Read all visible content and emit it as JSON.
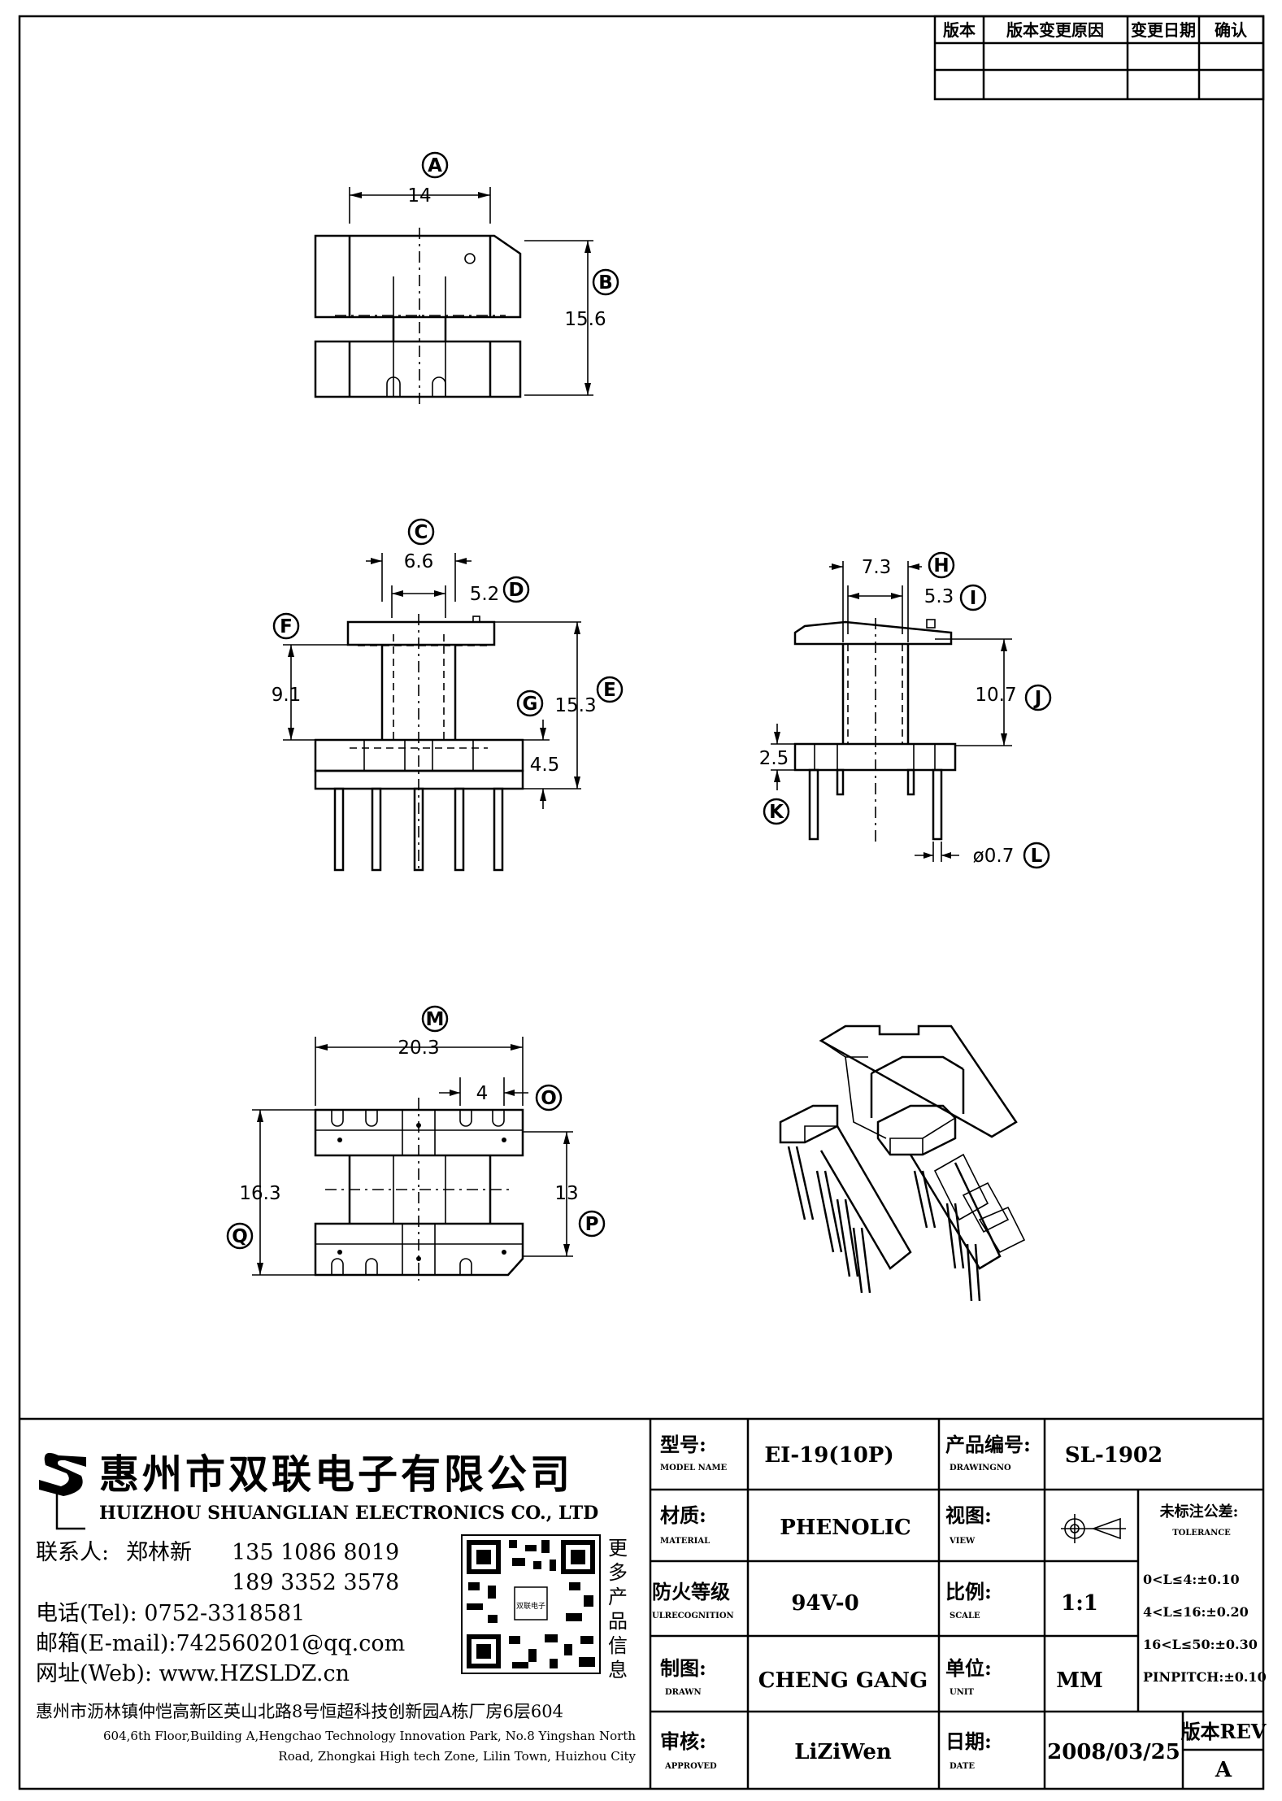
{
  "revision_table": {
    "headers": [
      "版本",
      "版本变更原因",
      "变更日期",
      "确认"
    ],
    "rows": [
      [
        "",
        "",
        "",
        ""
      ],
      [
        "",
        "",
        "",
        ""
      ]
    ]
  },
  "dimensions": {
    "A": {
      "letter": "A",
      "value": "14"
    },
    "B": {
      "letter": "B",
      "value": "15.6"
    },
    "C": {
      "letter": "C",
      "value": "6.6"
    },
    "D": {
      "letter": "D",
      "value": "5.2"
    },
    "E": {
      "letter": "E",
      "value": "15.3"
    },
    "F": {
      "letter": "F",
      "value": "9.1"
    },
    "G": {
      "letter": "G",
      "value": "4.5"
    },
    "H": {
      "letter": "H",
      "value": "7.3"
    },
    "I": {
      "letter": "I",
      "value": "5.3"
    },
    "J": {
      "letter": "J",
      "value": "10.7"
    },
    "K": {
      "letter": "K",
      "value": "2.5"
    },
    "L": {
      "letter": "L",
      "value": "ø0.7"
    },
    "M": {
      "letter": "M",
      "value": "20.3"
    },
    "O": {
      "letter": "O",
      "value": "4"
    },
    "P": {
      "letter": "P",
      "value": "13"
    },
    "Q": {
      "letter": "Q",
      "value": "16.3"
    }
  },
  "company": {
    "name_cn": "惠州市双联电子有限公司",
    "name_en": "HUIZHOU SHUANGLIAN ELECTRONICS CO., LTD",
    "contact_label": "联系人:",
    "contact_name": "郑林新",
    "phone1": "135 1086 8019",
    "phone2": "189 3352 3578",
    "tel": "电话(Tel): 0752-3318581",
    "email": "邮箱(E-mail):742560201@qq.com",
    "web": "网址(Web): www.HZSLDZ.cn",
    "address_cn": "惠州市沥林镇仲恺高新区英山北路8号恒超科技创新园A栋厂房6层604",
    "address_en_1": "604,6th Floor,Building A,Hengchao Technology Innovation Park, No.8 Yingshan North",
    "address_en_2": "Road, Zhongkai High tech Zone, Lilin Town, Huizhou City",
    "qr_caption": [
      "更",
      "多",
      "产",
      "品",
      "信",
      "息"
    ],
    "qr_center": "双联电子"
  },
  "title_block": {
    "model_label": "型号:",
    "model_label_en": "MODEL NAME",
    "model_value": "EI-19(10P)",
    "drawing_label": "产品编号:",
    "drawing_label_en": "DRAWINGNO",
    "drawing_value": "SL-1902",
    "material_label": "材质:",
    "material_label_en": "MATERIAL",
    "material_value": "PHENOLIC",
    "view_label": "视图:",
    "view_label_en": "VIEW",
    "fire_label": "防火等级",
    "fire_label_en": "ULRECOGNITION",
    "fire_value": "94V-0",
    "scale_label": "比例:",
    "scale_label_en": "SCALE",
    "scale_value": "1:1",
    "drawn_label": "制图:",
    "drawn_label_en": "DRAWN",
    "drawn_value": "CHENG GANG",
    "unit_label": "单位:",
    "unit_label_en": "UNIT",
    "unit_value": "MM",
    "approved_label": "审核:",
    "approved_label_en": "APPROVED",
    "approved_value": "LiZiWen",
    "date_label": "日期:",
    "date_label_en": "DATE",
    "date_value": "2008/03/25",
    "rev_label": "版本REV",
    "rev_value": "A",
    "tolerance_label": "未标注公差:",
    "tolerance_label_en": "TOLERANCE",
    "tolerances": [
      "0<L≤4:±0.10",
      "4<L≤16:±0.20",
      "16<L≤50:±0.30",
      "PINPITCH:±0.10"
    ]
  }
}
